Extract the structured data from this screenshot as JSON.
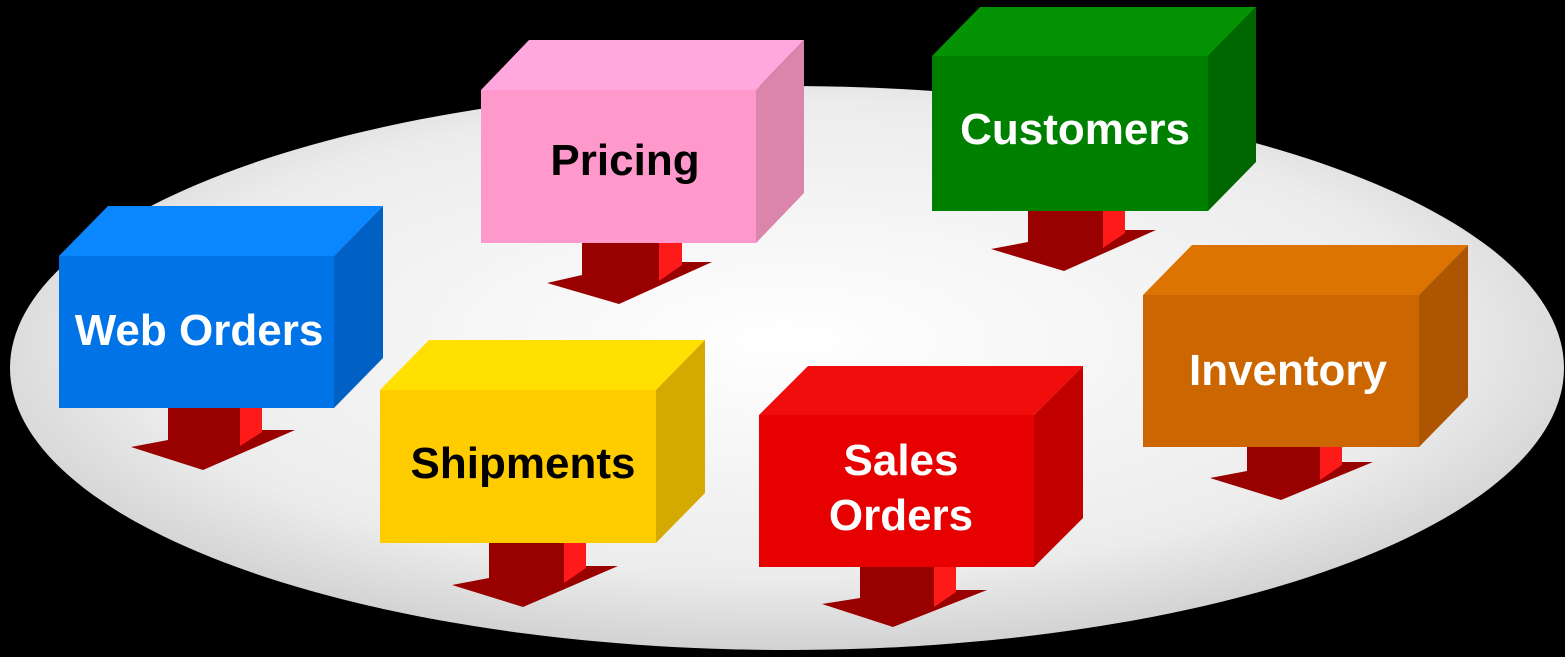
{
  "boxes": [
    {
      "id": "web-orders",
      "lines": [
        "Web Orders"
      ],
      "front": "#0073e6",
      "top": "#0a86ff",
      "side": "#0060c4",
      "text_color": "#ffffff"
    },
    {
      "id": "pricing",
      "lines": [
        "Pricing"
      ],
      "front": "#ff99cc",
      "top": "#ffa8dd",
      "side": "#db84ac",
      "text_color": "#000000"
    },
    {
      "id": "customers",
      "lines": [
        "Customers"
      ],
      "front": "#008000",
      "top": "#049304",
      "side": "#006600",
      "text_color": "#ffffff"
    },
    {
      "id": "shipments",
      "lines": [
        "Shipments"
      ],
      "front": "#ffcc00",
      "top": "#ffe000",
      "side": "#d4aa00",
      "text_color": "#000000"
    },
    {
      "id": "sales-orders",
      "lines": [
        "Sales",
        "Orders"
      ],
      "front": "#e60000",
      "top": "#f20d0d",
      "side": "#c20000",
      "text_color": "#ffffff"
    },
    {
      "id": "inventory",
      "lines": [
        "Inventory"
      ],
      "front": "#cc6600",
      "top": "#dd7300",
      "side": "#ad5500",
      "text_color": "#ffffff"
    }
  ],
  "colors": {
    "background": "#000000",
    "platform": "#e8e8e8",
    "arrow_dark": "#990000",
    "arrow_bright": "#ff1a1a"
  }
}
